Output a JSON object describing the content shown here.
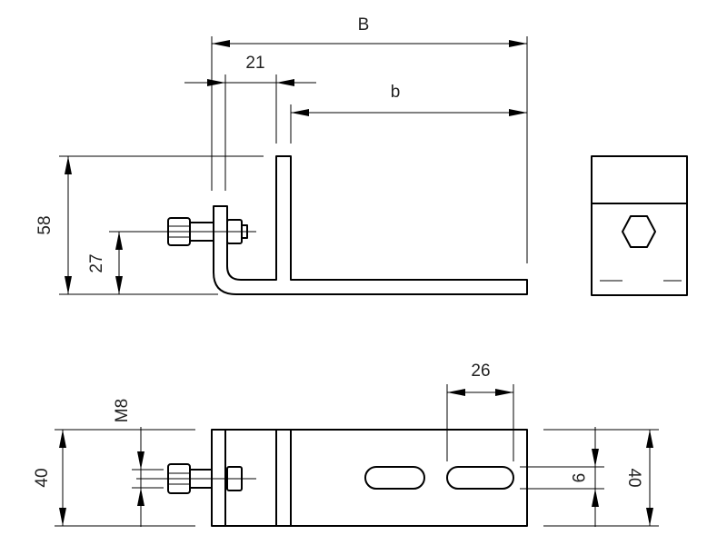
{
  "dimensions": {
    "B": "B",
    "b": "b",
    "d21": "21",
    "d58": "58",
    "d27": "27",
    "d26": "26",
    "m8": "M8",
    "d40_left": "40",
    "d40_right": "40",
    "d9": "9"
  }
}
